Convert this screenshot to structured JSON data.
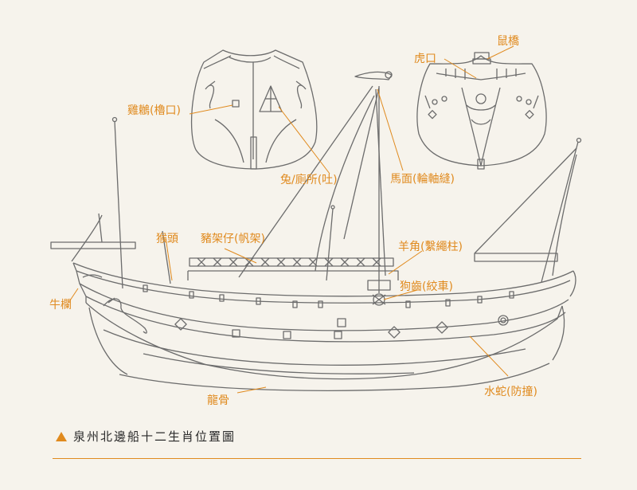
{
  "labels": {
    "shuqiao": "鼠橋",
    "hukou": "虎口",
    "jixian": "雞鶒(櫓口)",
    "tucesuo": "兔/廁所(吐)",
    "mamian": "馬面(輪軸縫)",
    "houtou": "猴頭",
    "zhujiazai": "豬架仔(帆架)",
    "yangjiao": "羊角(繫繩柱)",
    "gouchi": "狗齒(絞車)",
    "niulan": "牛欄",
    "longgu": "龍骨",
    "shuishe": "水蛇(防撞)"
  },
  "caption": "泉州北邊船十二生肖位置圖",
  "colors": {
    "accent": "#e08a1e",
    "line": "#6c6c6c",
    "background": "#f6f3ec"
  }
}
